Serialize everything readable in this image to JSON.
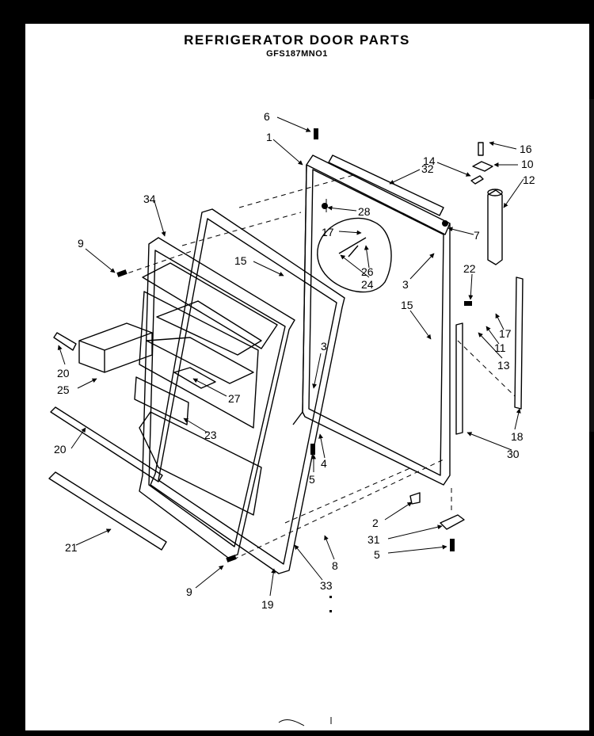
{
  "title": "REFRIGERATOR DOOR PARTS",
  "model": "GFS187MNO1",
  "callouts": [
    {
      "id": "c6",
      "label": "6"
    },
    {
      "id": "c1",
      "label": "1"
    },
    {
      "id": "c32",
      "label": "32"
    },
    {
      "id": "c14",
      "label": "14"
    },
    {
      "id": "c16",
      "label": "16"
    },
    {
      "id": "c10",
      "label": "10"
    },
    {
      "id": "c12",
      "label": "12"
    },
    {
      "id": "c28",
      "label": "28"
    },
    {
      "id": "c17a",
      "label": "17"
    },
    {
      "id": "c7",
      "label": "7"
    },
    {
      "id": "c34",
      "label": "34"
    },
    {
      "id": "c9a",
      "label": "9"
    },
    {
      "id": "c15a",
      "label": "15"
    },
    {
      "id": "c26",
      "label": "26"
    },
    {
      "id": "c24",
      "label": "24"
    },
    {
      "id": "c3a",
      "label": "3"
    },
    {
      "id": "c22",
      "label": "22"
    },
    {
      "id": "c15b",
      "label": "15"
    },
    {
      "id": "c17b",
      "label": "17"
    },
    {
      "id": "c11",
      "label": "11"
    },
    {
      "id": "c13",
      "label": "13"
    },
    {
      "id": "c20a",
      "label": "20"
    },
    {
      "id": "c3b",
      "label": "3"
    },
    {
      "id": "c25",
      "label": "25"
    },
    {
      "id": "c27",
      "label": "27"
    },
    {
      "id": "c23",
      "label": "23"
    },
    {
      "id": "c4",
      "label": "4"
    },
    {
      "id": "c5a",
      "label": "5"
    },
    {
      "id": "c18",
      "label": "18"
    },
    {
      "id": "c20b",
      "label": "20"
    },
    {
      "id": "c30",
      "label": "30"
    },
    {
      "id": "c2",
      "label": "2"
    },
    {
      "id": "c31",
      "label": "31"
    },
    {
      "id": "c5b",
      "label": "5"
    },
    {
      "id": "c21",
      "label": "21"
    },
    {
      "id": "c8",
      "label": "8"
    },
    {
      "id": "c9b",
      "label": "9"
    },
    {
      "id": "c33",
      "label": "33"
    },
    {
      "id": "c19",
      "label": "19"
    }
  ]
}
